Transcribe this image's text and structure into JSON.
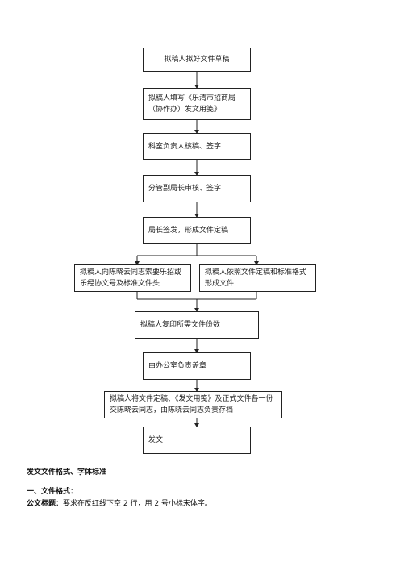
{
  "flowchart": {
    "step1": "拟稿人拟好文件草稿",
    "step2": "拟稿人填写《乐清市招商局（协作办）发文用笺》",
    "step3": "科室负责人核稿、签字",
    "step4": "分管副局长审核、签字",
    "step5": "局长签发，形成文件定稿",
    "step6a": "拟稿人向陈晓云同志索要乐招或乐经协文号及标准文件头",
    "step6b": "拟稿人依照文件定稿和标准格式形成文件",
    "step7": "拟稿人复印所需文件份数",
    "step8": "由办公室负责盖章",
    "step9": "拟稿人将文件定稿、《发文用笺》及正式文件各一份交陈晓云同志，由陈晓云同志负责存档",
    "step10": "发文"
  },
  "doc": {
    "section_title": "发文文件格式、字体标准",
    "subheading": "一、文件格式：",
    "label": "公文标题",
    "body": "：要求在反红线下空 2 行，用 2 号小标宋体字。"
  }
}
